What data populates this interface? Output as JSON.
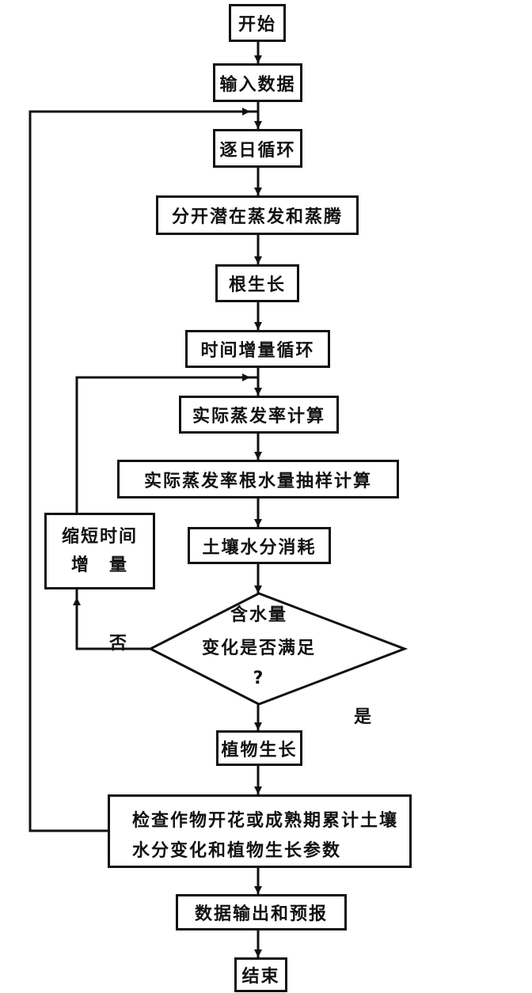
{
  "diagram": {
    "type": "flowchart",
    "line_color": "#111111",
    "nodes": {
      "start": "开始",
      "input_data": "输入数据",
      "daily_loop": "逐日循环",
      "separate_evap": "分开潜在蒸发和蒸腾",
      "root_growth": "根生长",
      "time_step_loop": "时间增量循环",
      "actual_evap_calc": "实际蒸发率计算",
      "actual_evap_sampling": "实际蒸发率根水量抽样计算",
      "soil_water_use": "土壤水分消耗",
      "shorten_step": {
        "line1": "缩短时间",
        "line2": "增　量"
      },
      "decision": {
        "line1": "含水量",
        "line2": "变化是否满足",
        "line3": "?"
      },
      "plant_growth": "植物生长",
      "check_crop": {
        "line1": "检查作物开花或成熟期累计土壤",
        "line2": "水分变化和植物生长参数"
      },
      "output": "数据输出和预报",
      "end": "结束"
    },
    "edge_labels": {
      "no": "否",
      "yes": "是"
    }
  }
}
